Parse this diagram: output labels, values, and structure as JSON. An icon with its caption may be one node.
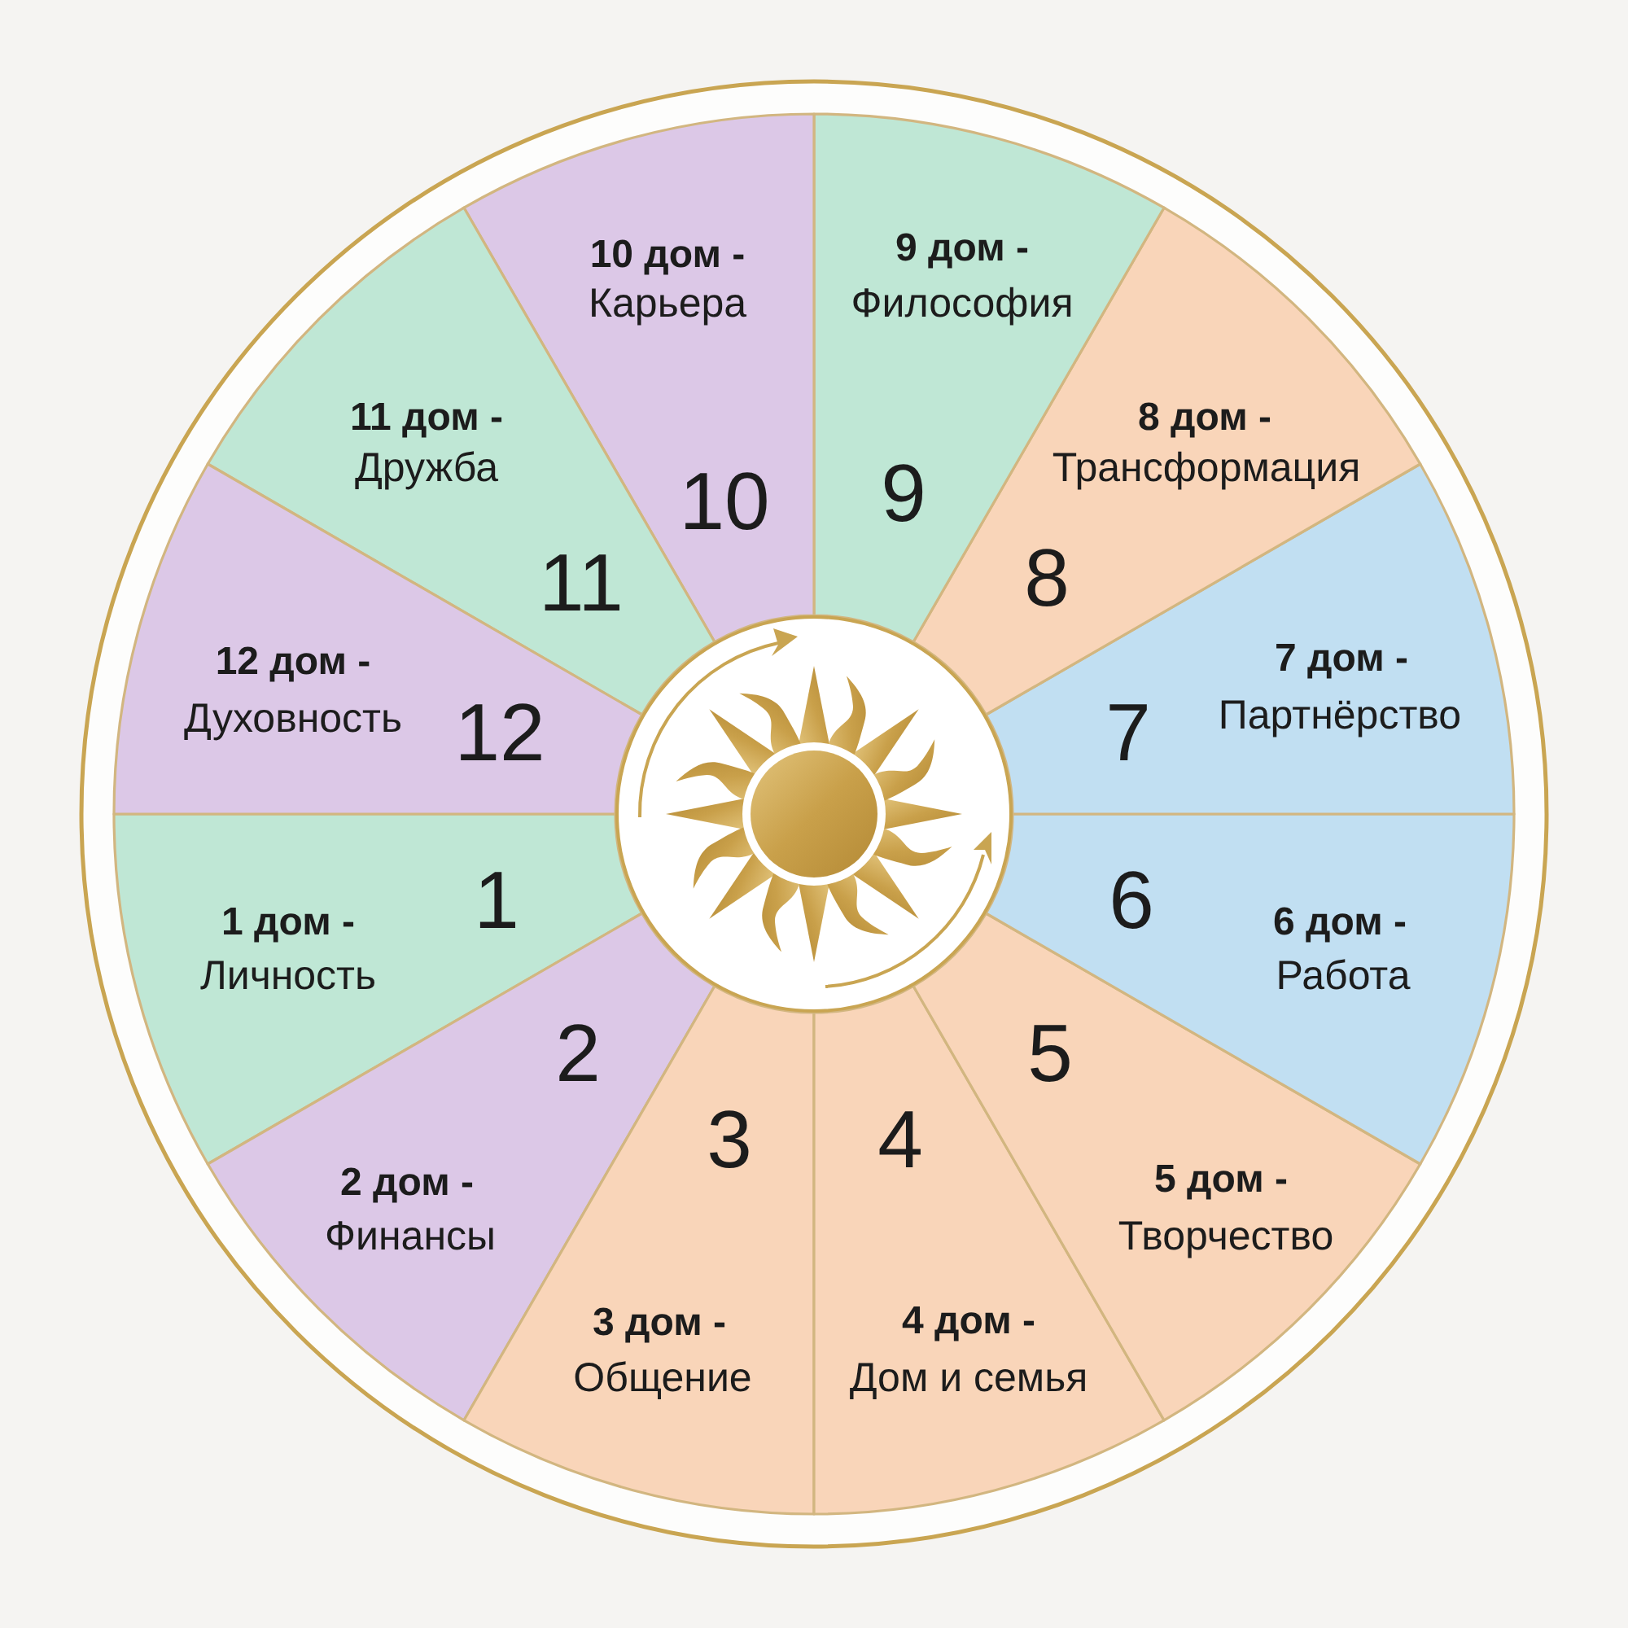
{
  "diagram": {
    "nodes": [
      {
        "text": [
          "1 дом -",
          "Личность",
          "1"
        ]
      },
      {
        "text": [
          "2 дом -",
          "Финансы",
          "2"
        ]
      },
      {
        "text": [
          "3",
          "3 дом -",
          "Общение"
        ]
      },
      {
        "text": [
          "4",
          "4 дом -",
          "Дом и семья"
        ]
      },
      {
        "text": [
          "5 дом -",
          "Творчество",
          "5"
        ]
      },
      {
        "text": [
          "6 дом -",
          "Работа",
          "6"
        ]
      },
      {
        "text": [
          "7 дом -",
          "7",
          "Партнёрство"
        ]
      },
      {
        "text": [
          "8 дом -",
          "Трансформация",
          "8"
        ]
      },
      {
        "text": [
          "9 дом -",
          "Философия",
          "9"
        ]
      },
      {
        "text": [
          "10 дом -",
          "Карьера",
          "10"
        ]
      },
      {
        "text": [
          "11 дом -",
          "Дружба",
          "11"
        ]
      },
      {
        "text": [
          "12 дом -",
          "Духовность",
          "12"
        ]
      }
    ]
  }
}
